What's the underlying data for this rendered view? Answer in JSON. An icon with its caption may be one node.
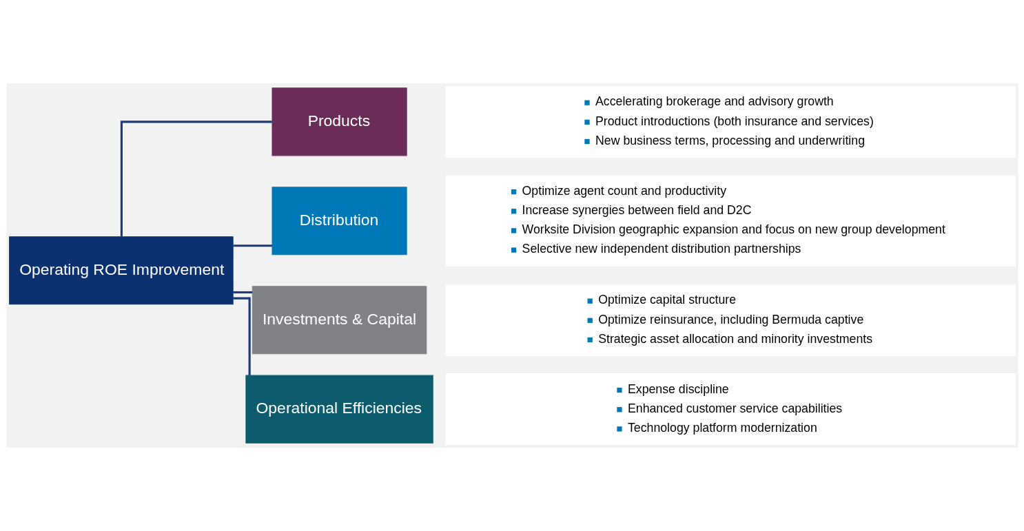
{
  "diagram": {
    "nodes": [
      {
        "text": [
          "Operating ROE Improvement"
        ]
      },
      {
        "text": [
          "Products"
        ]
      },
      {
        "text": [
          "Accelerating brokerage and advisory growth",
          "Product introductions (both insurance and services)",
          "New business terms, processing and underwriting"
        ]
      },
      {
        "text": [
          "Distribution"
        ]
      },
      {
        "text": [
          "Optimize agent count and productivity",
          "Increase synergies between field and D2C",
          "Worksite Division geographic expansion and focus on new group development",
          "Selective new independent distribution partnerships"
        ]
      },
      {
        "text": [
          "Investments & Capital"
        ]
      },
      {
        "text": [
          "Optimize capital structure",
          "Optimize reinsurance, including Bermuda captive",
          "Strategic asset allocation and minority investments"
        ]
      },
      {
        "text": [
          "Operational Efficiencies"
        ]
      },
      {
        "text": [
          "Expense discipline",
          "Enhanced customer service capabilities",
          "Technology platform modernization"
        ]
      }
    ],
    "edges": [
      {
        "from": 0,
        "to": 1,
        "arrow": "none"
      },
      {
        "from": 0,
        "to": 3,
        "arrow": "none"
      },
      {
        "from": 0,
        "to": 5,
        "arrow": "none"
      },
      {
        "from": 0,
        "to": 7,
        "arrow": "none"
      }
    ]
  }
}
